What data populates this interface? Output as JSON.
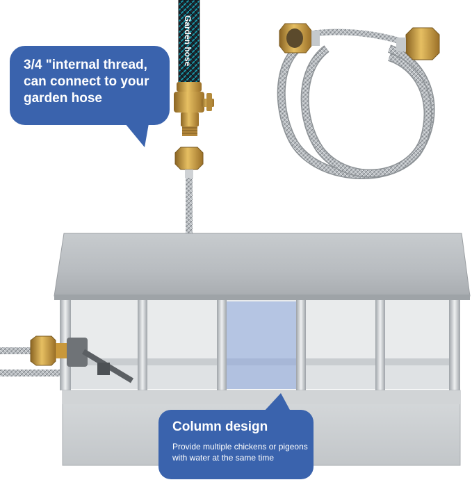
{
  "callouts": {
    "thread": {
      "text": "3/4 \"internal thread, can connect to your garden hose"
    },
    "column": {
      "title": "Column design",
      "body": "Provide multiple chickens or pigeons with water at the same time"
    }
  },
  "hose_label": "Garden hose",
  "colors": {
    "bubble": "#3a63ad",
    "steel": "#c9cdd1",
    "brass": "#c9983a",
    "highlight": "#8aa6dc"
  },
  "icons": [
    "garden-hose",
    "brass-valve",
    "braided-steel-hose",
    "stainless-waterer"
  ]
}
